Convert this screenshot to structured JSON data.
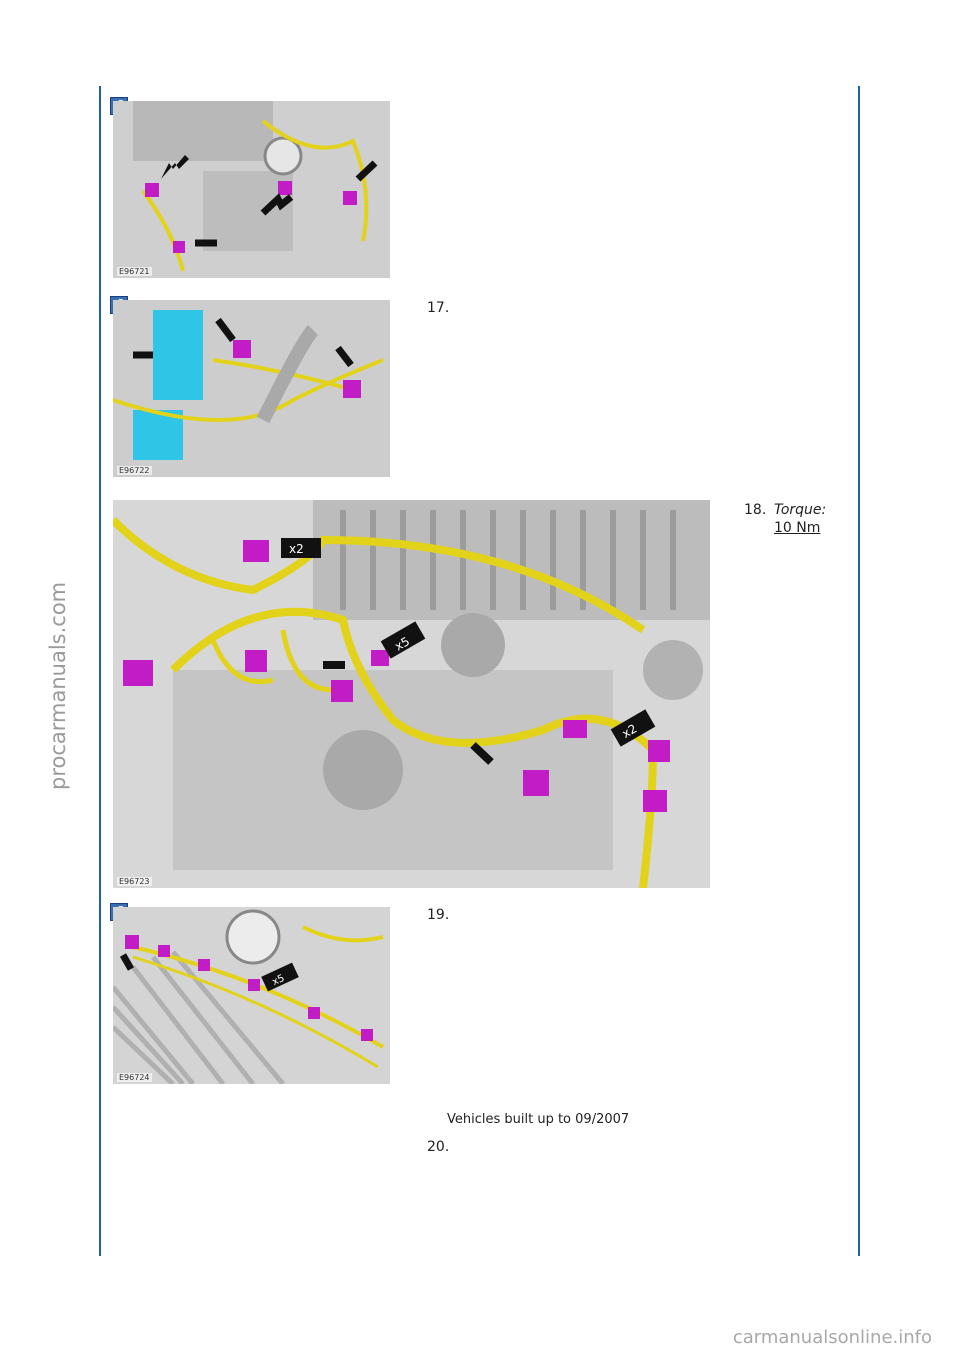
{
  "figures": [
    {
      "id_label": "E96721"
    },
    {
      "id_label": "E96722"
    },
    {
      "id_label": "E96723"
    },
    {
      "id_label": "E96724"
    }
  ],
  "steps": {
    "s17": "17.",
    "s18": "18.",
    "s19": "19.",
    "s20": "20."
  },
  "torque": {
    "label": "Torque:",
    "value": "10 Nm"
  },
  "callouts": {
    "x2": "x2",
    "x5": "x5"
  },
  "note": "Vehicles built up to 09/2007",
  "watermarks": {
    "side": "procarmanuals.com",
    "bottom": "carmanualsonline.info"
  },
  "colors": {
    "rule": "#1f5fa8",
    "harness": "#e3d21a",
    "connector": "#c21cc7",
    "arrow": "#111111"
  }
}
